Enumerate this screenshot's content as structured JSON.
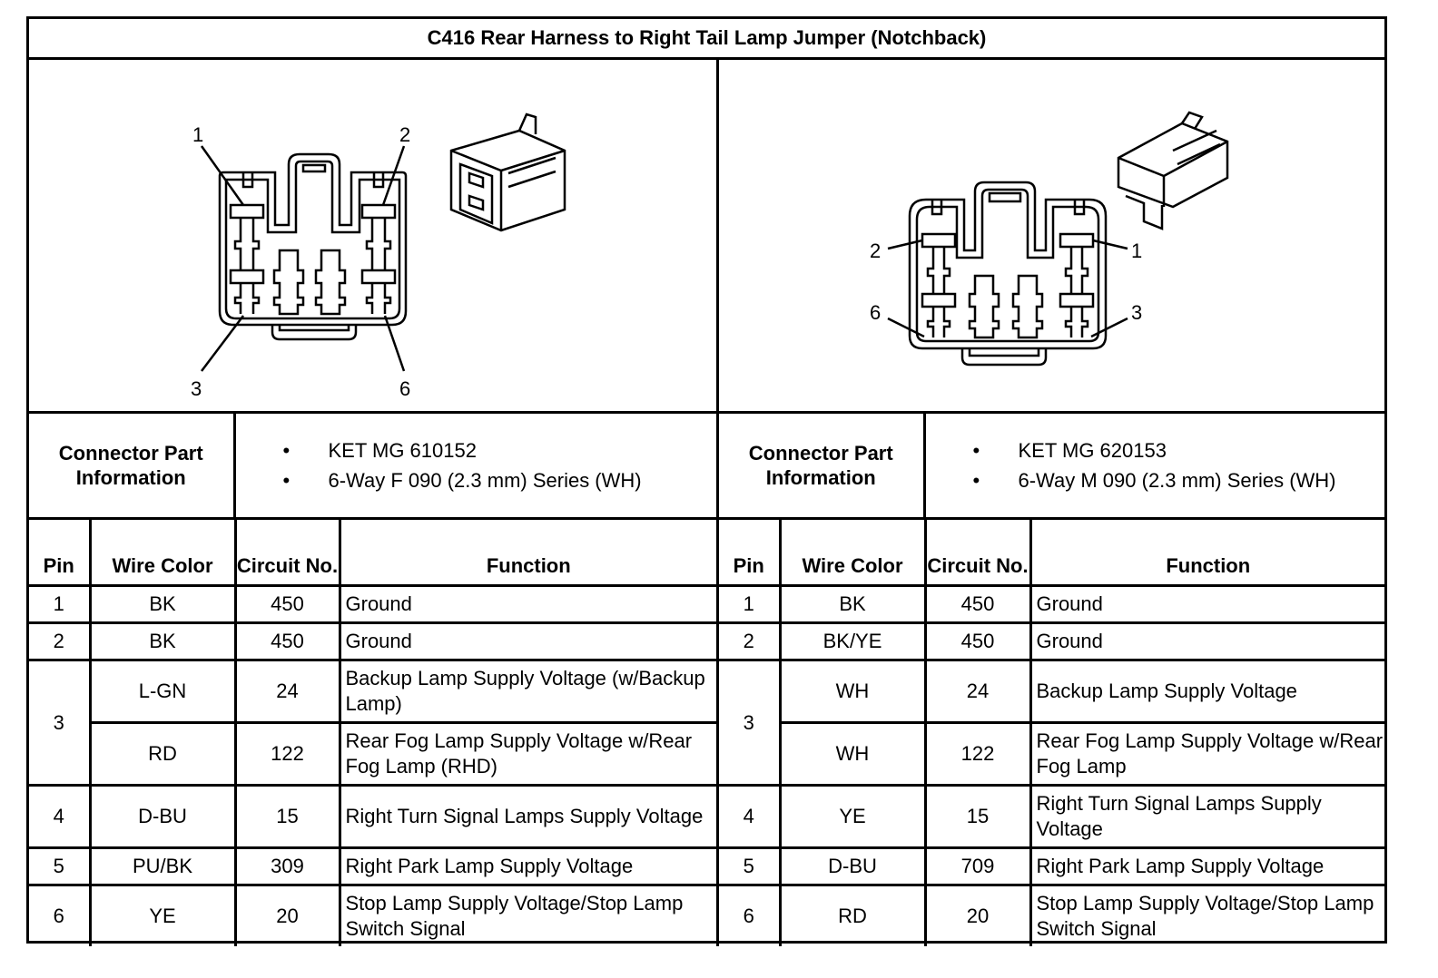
{
  "title": "C416 Rear Harness to Right Tail Lamp Jumper (Notchback)",
  "left": {
    "pin_callouts": [
      "1",
      "2",
      "3",
      "6"
    ],
    "connector_info_label": "Connector Part Information",
    "part_info": [
      "KET MG 610152",
      "6-Way F 090 (2.3 mm) Series (WH)"
    ],
    "headers": {
      "pin": "Pin",
      "wire_color": "Wire Color",
      "circuit": "Circuit No.",
      "function": "Function"
    },
    "rows": [
      {
        "pin": "1",
        "color": "BK",
        "circuit": "450",
        "function": "Ground"
      },
      {
        "pin": "2",
        "color": "BK",
        "circuit": "450",
        "function": "Ground"
      },
      {
        "pin": "3",
        "color": "L-GN",
        "circuit": "24",
        "function": "Backup Lamp Supply Voltage (w/Backup Lamp)"
      },
      {
        "pin": "",
        "color": "RD",
        "circuit": "122",
        "function": "Rear Fog Lamp Supply Voltage w/Rear Fog Lamp (RHD)"
      },
      {
        "pin": "4",
        "color": "D-BU",
        "circuit": "15",
        "function": "Right Turn Signal Lamps Supply Voltage"
      },
      {
        "pin": "5",
        "color": "PU/BK",
        "circuit": "309",
        "function": "Right Park Lamp Supply Voltage"
      },
      {
        "pin": "6",
        "color": "YE",
        "circuit": "20",
        "function": "Stop Lamp Supply Voltage/Stop Lamp Switch Signal"
      }
    ]
  },
  "right": {
    "pin_callouts": [
      "2",
      "1",
      "6",
      "3"
    ],
    "connector_info_label": "Connector Part Information",
    "part_info": [
      "KET MG 620153",
      "6-Way M 090 (2.3 mm) Series (WH)"
    ],
    "headers": {
      "pin": "Pin",
      "wire_color": "Wire Color",
      "circuit": "Circuit No.",
      "function": "Function"
    },
    "rows": [
      {
        "pin": "1",
        "color": "BK",
        "circuit": "450",
        "function": "Ground"
      },
      {
        "pin": "2",
        "color": "BK/YE",
        "circuit": "450",
        "function": "Ground"
      },
      {
        "pin": "3",
        "color": "WH",
        "circuit": "24",
        "function": "Backup Lamp Supply Voltage"
      },
      {
        "pin": "",
        "color": "WH",
        "circuit": "122",
        "function": "Rear Fog Lamp Supply Voltage w/Rear Fog Lamp"
      },
      {
        "pin": "4",
        "color": "YE",
        "circuit": "15",
        "function": "Right Turn Signal Lamps Supply Voltage"
      },
      {
        "pin": "5",
        "color": "D-BU",
        "circuit": "709",
        "function": "Right Park Lamp Supply Voltage"
      },
      {
        "pin": "6",
        "color": "RD",
        "circuit": "20",
        "function": "Stop Lamp Supply Voltage/Stop Lamp Switch Signal"
      }
    ]
  }
}
